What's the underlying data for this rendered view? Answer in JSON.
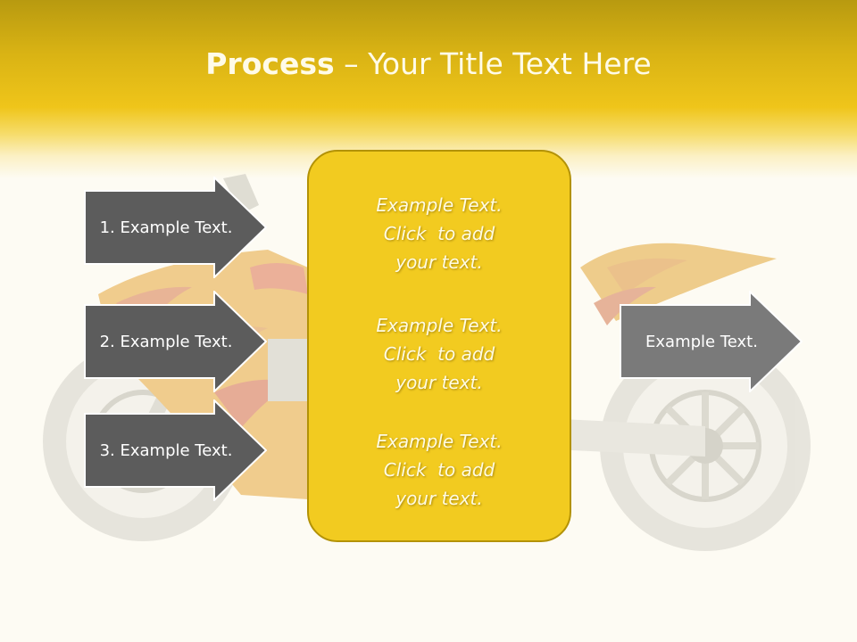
{
  "slide": {
    "title_bold": "Process",
    "title_rest": " – Your Title Text Here",
    "left_arrows": [
      {
        "label": "1. Example Text."
      },
      {
        "label": "2. Example Text."
      },
      {
        "label": "3. Example Text."
      }
    ],
    "center_box": {
      "blocks": [
        {
          "lines": [
            "Example Text.",
            "Click  to add",
            "your text."
          ]
        },
        {
          "lines": [
            "Example Text.",
            "Click  to add",
            "your text."
          ]
        },
        {
          "lines": [
            "Example Text.",
            "Click  to add",
            "your text."
          ]
        }
      ]
    },
    "right_arrow": {
      "label": "Example Text."
    }
  },
  "colors": {
    "accent_yellow": "#f2cb20",
    "box_border": "#b39206",
    "arrow_fill_dark": "#5c5c5c",
    "arrow_fill_light": "#7a7a7a",
    "background": "#fdfbf3"
  }
}
